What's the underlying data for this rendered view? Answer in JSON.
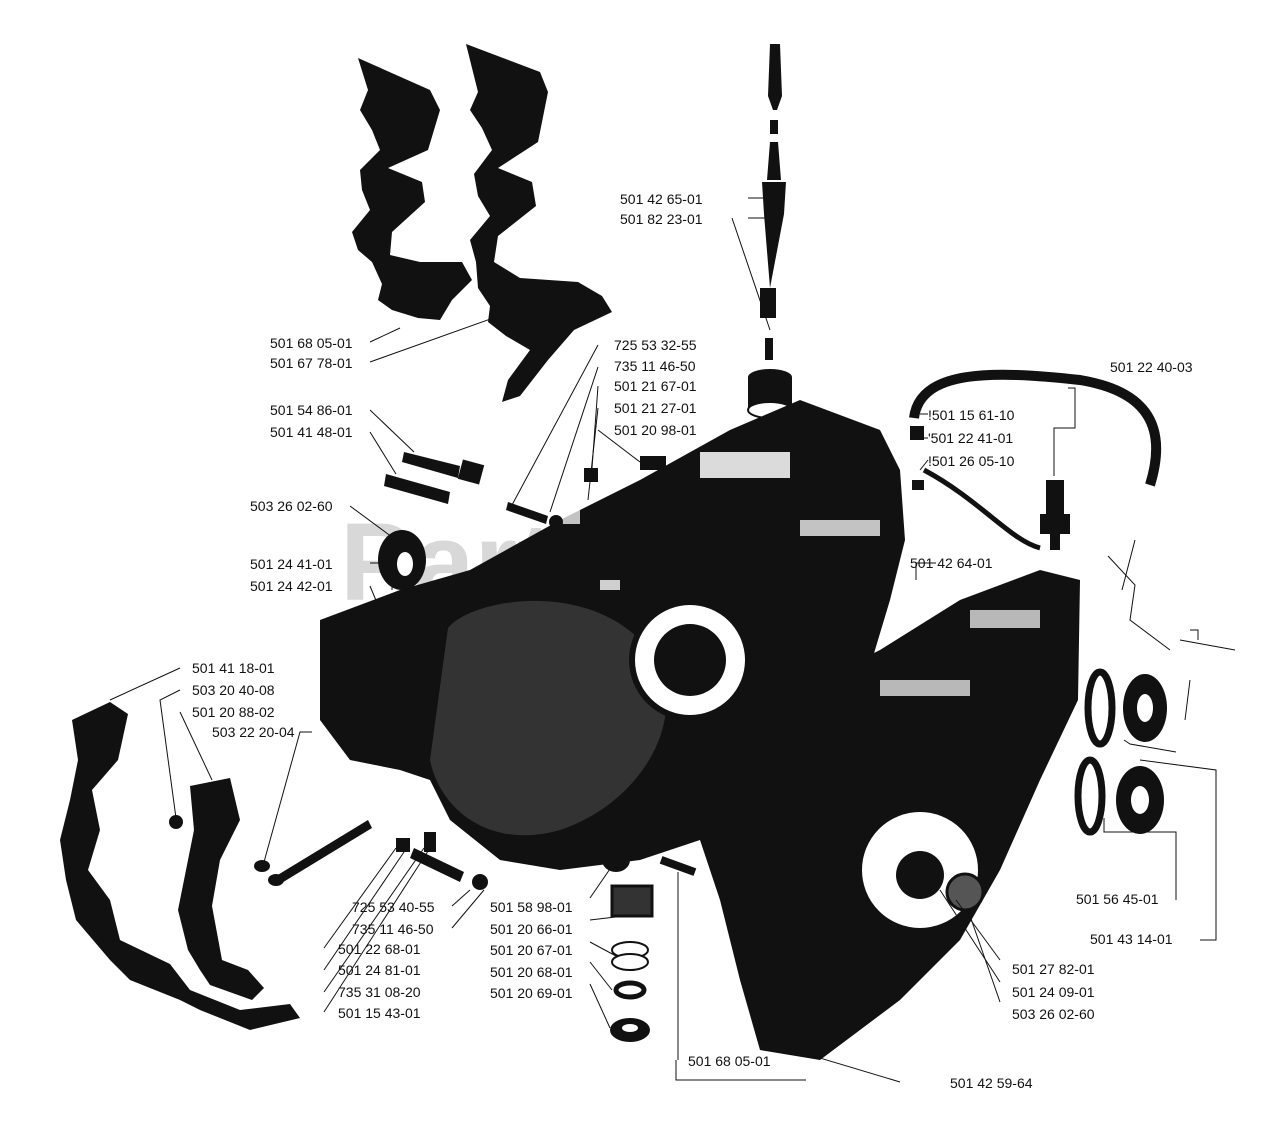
{
  "watermark": "PartsTree",
  "callouts": [
    {
      "id": "c01",
      "text": "501 42 65-01"
    },
    {
      "id": "c02",
      "text": "501 82 23-01"
    },
    {
      "id": "c03",
      "text": "501 68 05-01"
    },
    {
      "id": "c04",
      "text": "501 67 78-01"
    },
    {
      "id": "c05",
      "text": "725 53 32-55"
    },
    {
      "id": "c06",
      "text": "735 11 46-50"
    },
    {
      "id": "c07",
      "text": "501 21 67-01"
    },
    {
      "id": "c08",
      "text": "501 21 27-01"
    },
    {
      "id": "c09",
      "text": "501 20 98-01"
    },
    {
      "id": "c10",
      "text": "501 22 40-03"
    },
    {
      "id": "c11",
      "text": "!501 15 61-10"
    },
    {
      "id": "c12",
      "text": "'501 22 41-01"
    },
    {
      "id": "c13",
      "text": "!501 26 05-10"
    },
    {
      "id": "c14",
      "text": "501 54 86-01"
    },
    {
      "id": "c15",
      "text": "501 41 48-01"
    },
    {
      "id": "c16",
      "text": "503 26 02-60"
    },
    {
      "id": "c17",
      "text": "501 24 41-01"
    },
    {
      "id": "c18",
      "text": "501 24 42-01"
    },
    {
      "id": "c19",
      "text": "501 42 64-01"
    },
    {
      "id": "c20",
      "text": "501 41 18-01"
    },
    {
      "id": "c21",
      "text": "503 20 40-08"
    },
    {
      "id": "c22",
      "text": "501 20 88-02"
    },
    {
      "id": "c23",
      "text": "503 22 20-04"
    },
    {
      "id": "c24",
      "text": "725 53 40-55"
    },
    {
      "id": "c25",
      "text": "735 11 46-50"
    },
    {
      "id": "c26",
      "text": "501 22 68-01"
    },
    {
      "id": "c27",
      "text": "501 24 81-01"
    },
    {
      "id": "c28",
      "text": "735 31 08-20"
    },
    {
      "id": "c29",
      "text": "501 15 43-01"
    },
    {
      "id": "c30",
      "text": "501 58 98-01"
    },
    {
      "id": "c31",
      "text": "501 20 66-01"
    },
    {
      "id": "c32",
      "text": "501 20 67-01"
    },
    {
      "id": "c33",
      "text": "501 20 68-01"
    },
    {
      "id": "c34",
      "text": "501 20 69-01"
    },
    {
      "id": "c35",
      "text": "501 68 05-01"
    },
    {
      "id": "c36",
      "text": "501 56 45-01"
    },
    {
      "id": "c37",
      "text": "501 43 14-01"
    },
    {
      "id": "c38",
      "text": "501 27 82-01"
    },
    {
      "id": "c39",
      "text": "501 24 09-01"
    },
    {
      "id": "c40",
      "text": "503 26 02-60"
    },
    {
      "id": "c41",
      "text": "501 42 59-64"
    }
  ]
}
